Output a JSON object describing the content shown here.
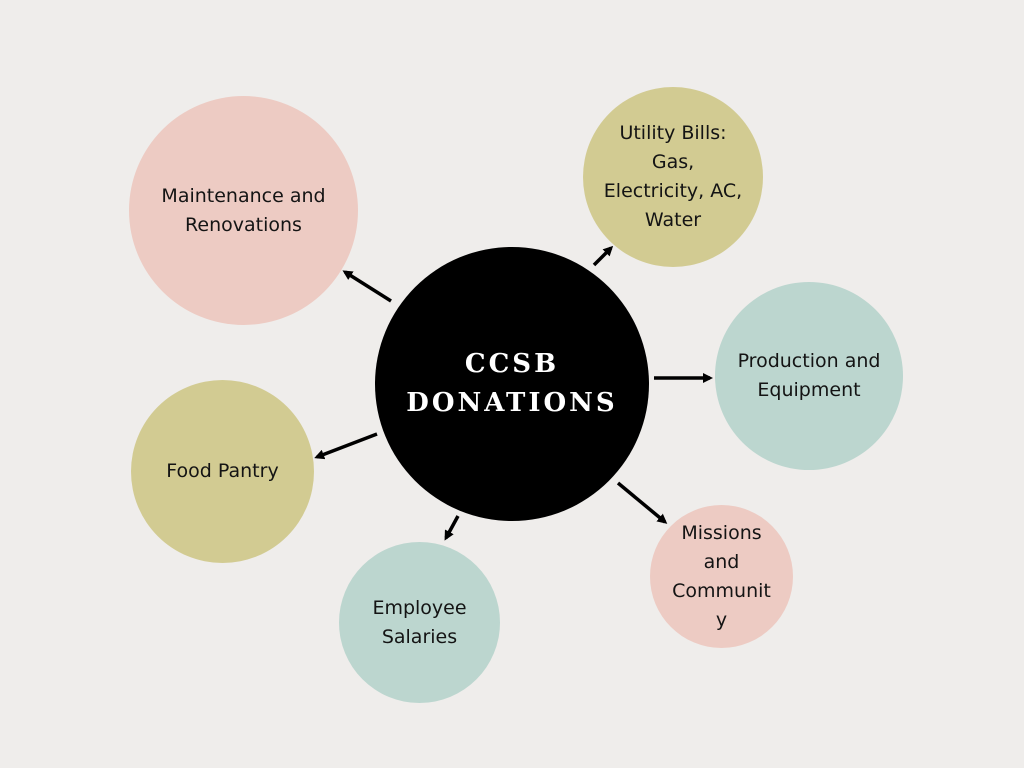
{
  "center": {
    "label": "CCSB\nDONATIONS",
    "color": "#000000"
  },
  "nodes": {
    "maintenance": {
      "label": "Maintenance and\nRenovations",
      "color": "#edcbc3"
    },
    "utility": {
      "label": "Utility Bills:\nGas,\nElectricity, AC,\nWater",
      "color": "#d2cb92"
    },
    "production": {
      "label": "Production and\nEquipment",
      "color": "#bcd6cf"
    },
    "missions": {
      "label": "Missions\nand\nCommunit\ny",
      "color": "#edcbc3"
    },
    "employee": {
      "label": "Employee\nSalaries",
      "color": "#bcd6cf"
    },
    "food": {
      "label": "Food Pantry",
      "color": "#d2cb92"
    }
  },
  "background_color": "#efedeb"
}
